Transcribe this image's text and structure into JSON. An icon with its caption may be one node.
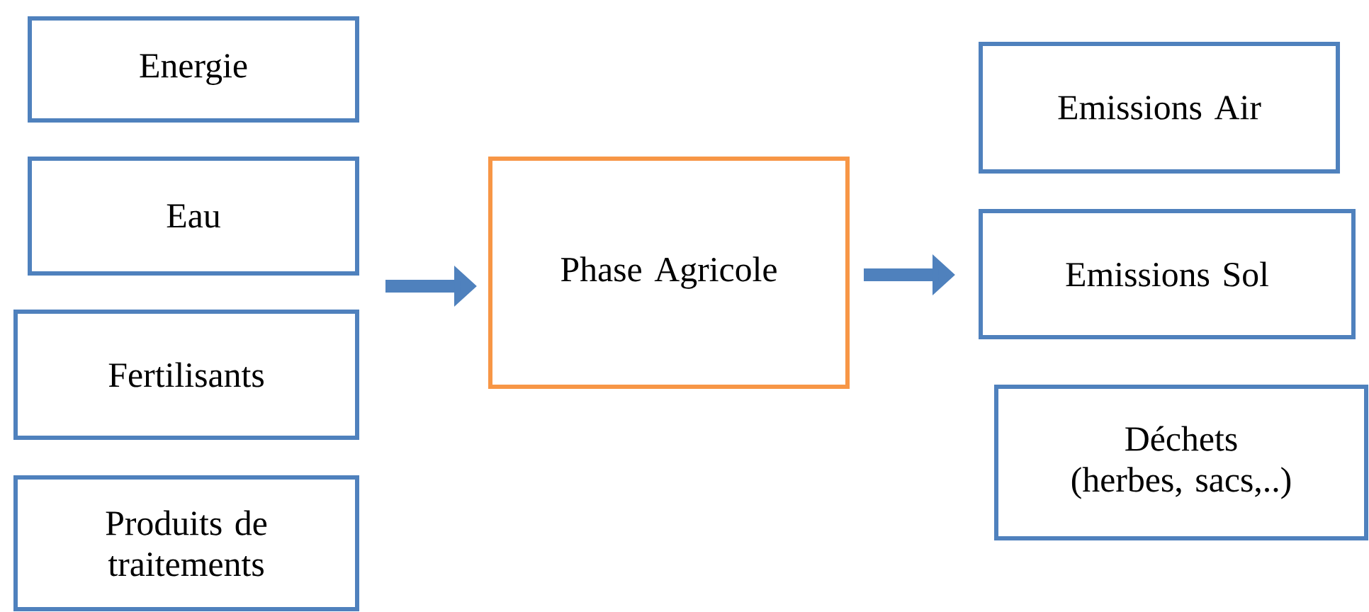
{
  "diagram": {
    "nodes": [
      {
        "text": [
          "Energie"
        ]
      },
      {
        "text": [
          "Eau"
        ]
      },
      {
        "text": [
          "Fertilisants"
        ]
      },
      {
        "text": [
          "Produits de traitements"
        ]
      },
      {
        "text": [
          "Phase Agricole"
        ]
      },
      {
        "text": [
          "Emissions Air"
        ]
      },
      {
        "text": [
          "Emissions Sol"
        ]
      },
      {
        "text": [
          "Déchets (herbes, sacs,..)"
        ]
      }
    ],
    "edges": [
      {
        "from": null,
        "to": 4,
        "arrow": "to"
      },
      {
        "from": 4,
        "to": null,
        "arrow": "to"
      }
    ]
  }
}
